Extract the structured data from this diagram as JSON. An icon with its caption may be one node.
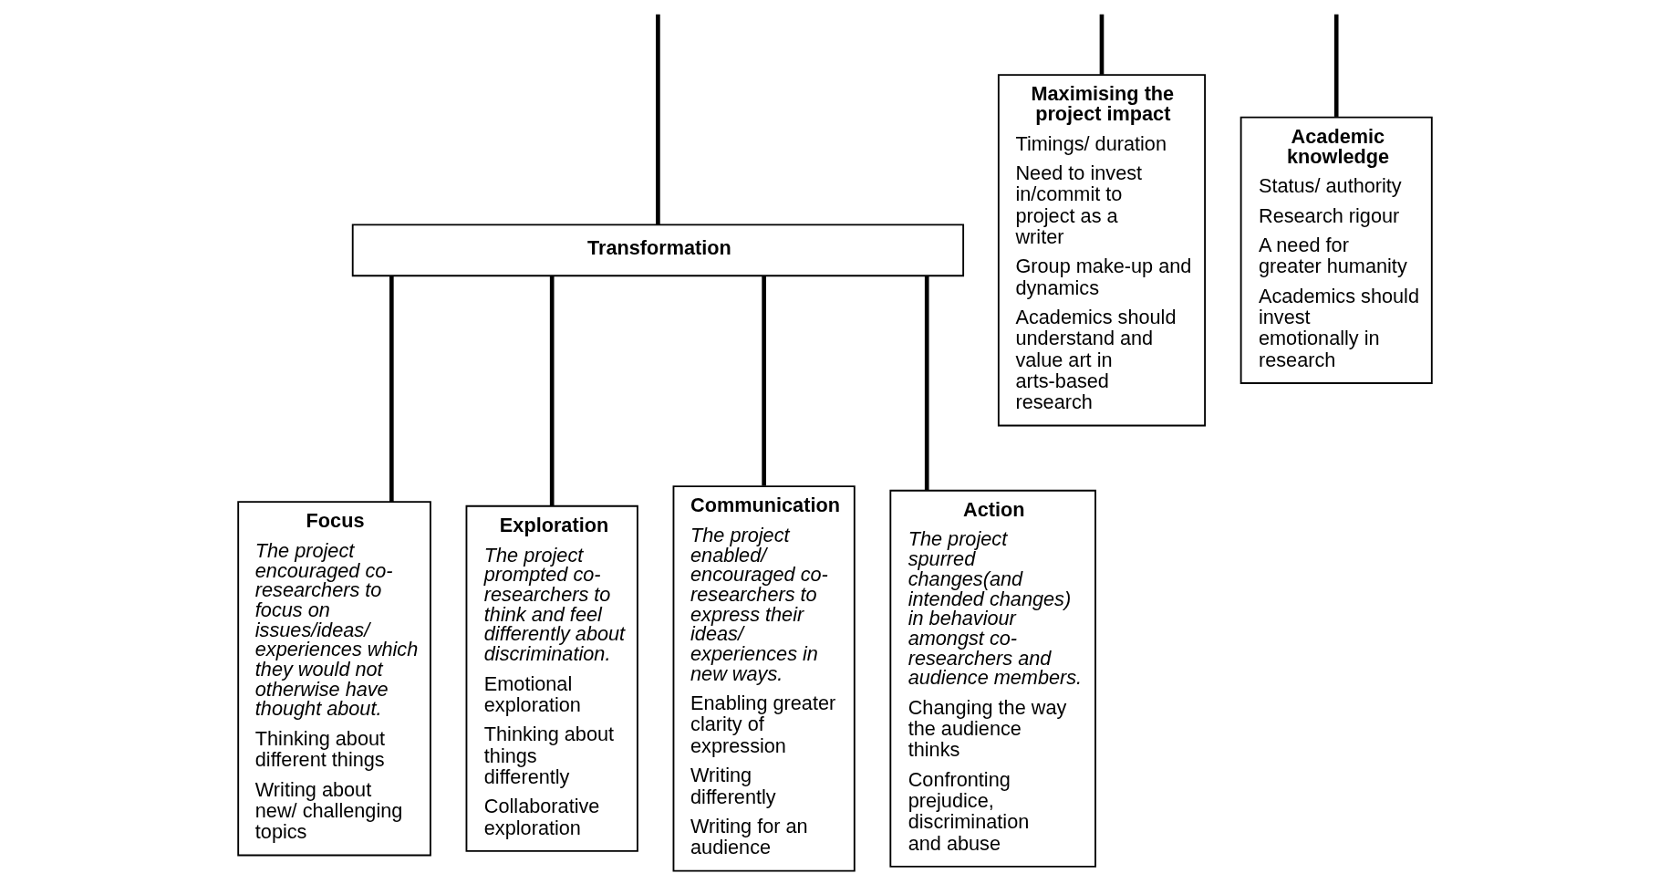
{
  "diagram": {
    "nodes": [
      {
        "text": [
          "Transformation"
        ]
      },
      {
        "text": [
          "Focus",
          "The project encouraged co-researchers to focus on issues/ideas/ experiences which they would not otherwise have thought about.",
          "Thinking about different things",
          "Writing about new/ challenging topics"
        ]
      },
      {
        "text": [
          "Exploration",
          "The project prompted co-researchers to think and feel differently about discrimination.",
          "Emotional exploration",
          "Thinking about things differently",
          "Collaborative exploration"
        ]
      },
      {
        "text": [
          "Communication",
          "The project enabled/ encouraged co-researchers to express their ideas/ experiences in new ways.",
          "Enabling greater clarity of expression",
          "Writing differently",
          "Writing for an audience"
        ]
      },
      {
        "text": [
          "Action",
          "The project spurred changes(and intended changes) in behaviour amongst co-researchers and audience members.",
          "Changing the way the audience thinks",
          "Confronting prejudice, discrimination and abuse"
        ]
      },
      {
        "text": [
          "Maximising the project impact",
          "Timings/ duration",
          "Need to invest in/commit to project as a writer",
          "Group make-up and dynamics",
          "Academics should understand and value art in arts-based research"
        ]
      },
      {
        "text": [
          "Academic knowledge",
          "Status/ authority",
          "Research rigour",
          "A need for greater humanity",
          "Academics should invest emotionally in research"
        ]
      }
    ],
    "edges": [
      {
        "from": null,
        "to": 0,
        "arrow": "none"
      },
      {
        "from": 0,
        "to": 1,
        "arrow": "none"
      },
      {
        "from": 0,
        "to": 2,
        "arrow": "none"
      },
      {
        "from": 0,
        "to": 3,
        "arrow": "none"
      },
      {
        "from": 0,
        "to": 4,
        "arrow": "none"
      },
      {
        "from": null,
        "to": 5,
        "arrow": "none"
      },
      {
        "from": null,
        "to": 6,
        "arrow": "none"
      }
    ]
  }
}
